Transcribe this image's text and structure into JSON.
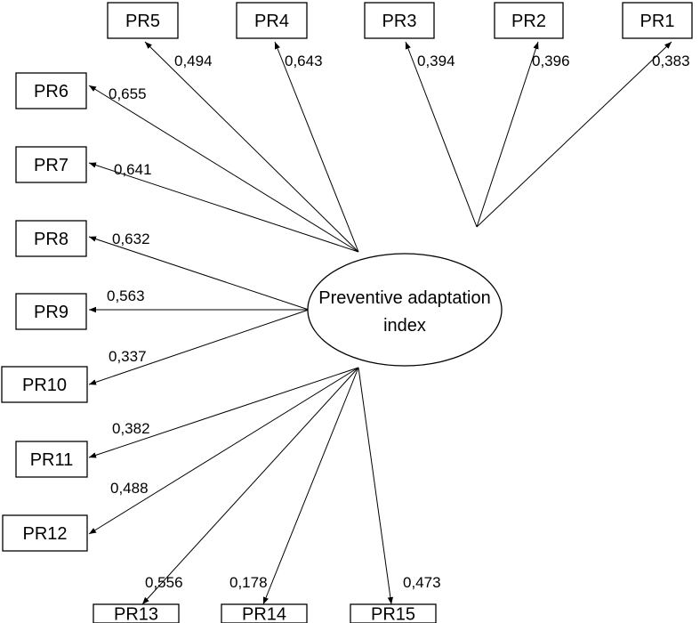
{
  "diagram": {
    "center": {
      "label_line1": "Preventive adaptation",
      "label_line2": "index"
    },
    "indicators": [
      {
        "id": "PR1",
        "label": "PR1",
        "loading": "0,383"
      },
      {
        "id": "PR2",
        "label": "PR2",
        "loading": "0,396"
      },
      {
        "id": "PR3",
        "label": "PR3",
        "loading": "0,394"
      },
      {
        "id": "PR4",
        "label": "PR4",
        "loading": "0,643"
      },
      {
        "id": "PR5",
        "label": "PR5",
        "loading": "0,494"
      },
      {
        "id": "PR6",
        "label": "PR6",
        "loading": "0,655"
      },
      {
        "id": "PR7",
        "label": "PR7",
        "loading": "0,641"
      },
      {
        "id": "PR8",
        "label": "PR8",
        "loading": "0,632"
      },
      {
        "id": "PR9",
        "label": "PR9",
        "loading": "0,563"
      },
      {
        "id": "PR10",
        "label": "PR10",
        "loading": "0,337"
      },
      {
        "id": "PR11",
        "label": "PR11",
        "loading": "0,382"
      },
      {
        "id": "PR12",
        "label": "PR12",
        "loading": "0,488"
      },
      {
        "id": "PR13",
        "label": "PR13",
        "loading": "0,556"
      },
      {
        "id": "PR14",
        "label": "PR14",
        "loading": "0,178"
      },
      {
        "id": "PR15",
        "label": "PR15",
        "loading": "0,473"
      }
    ]
  }
}
